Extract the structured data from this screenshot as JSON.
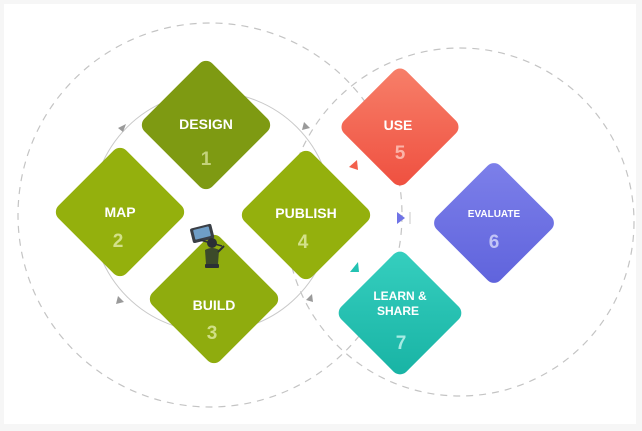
{
  "diagram": {
    "steps": [
      {
        "id": "design",
        "label": "DESIGN",
        "number": "1",
        "color": "#7e9a12",
        "num_color": "#c3d27a"
      },
      {
        "id": "map",
        "label": "MAP",
        "number": "2",
        "color": "#94b00d",
        "num_color": "#d3e18a"
      },
      {
        "id": "build",
        "label": "BUILD",
        "number": "3",
        "color": "#8fac0e",
        "num_color": "#d0df86"
      },
      {
        "id": "publish",
        "label": "PUBLISH",
        "number": "4",
        "color": "#94b00d",
        "num_color": "#d3e18a"
      },
      {
        "id": "use",
        "label": "USE",
        "number": "5",
        "color": "#f2604c",
        "num_color": "#fbb3a8"
      },
      {
        "id": "evaluate",
        "label": "EVALUATE",
        "number": "6",
        "color": "#6f73e6",
        "num_color": "#c2c4f6"
      },
      {
        "id": "learn",
        "label": "LEARN & SHARE",
        "label_line1": "LEARN &",
        "label_line2": "SHARE",
        "number": "7",
        "color": "#23c2b2",
        "num_color": "#a6ebe3"
      }
    ],
    "person_icon": "person-at-computer-icon",
    "arrow_colors": {
      "use": "#f2604c",
      "evaluate": "#6f73e6",
      "learn": "#23c2b2",
      "cycle": "#999999"
    }
  }
}
